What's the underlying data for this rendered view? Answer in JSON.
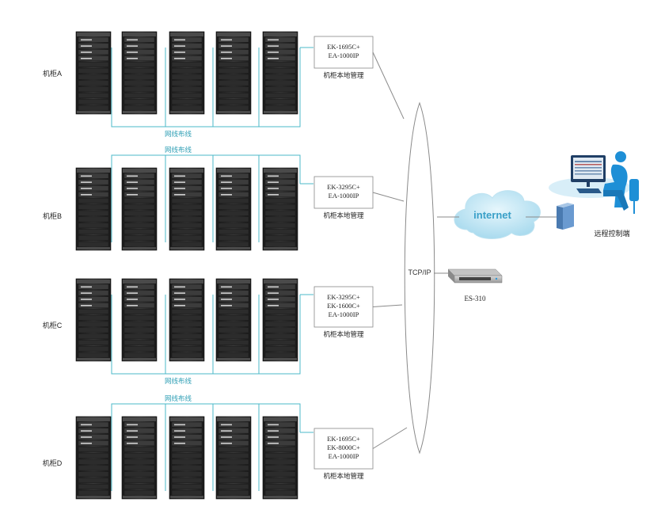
{
  "groups": [
    {
      "cabinet_label": "机柜A",
      "cabling_label": "网线布线",
      "devices": [
        "EK-1695C+",
        "EA-1000IP"
      ],
      "manager_label": "机柜本地管理"
    },
    {
      "cabinet_label": "机柜B",
      "cabling_label": "网线布线",
      "devices": [
        "EK-3295C+",
        "EA-1000IP"
      ],
      "manager_label": "机柜本地管理"
    },
    {
      "cabinet_label": "机柜C",
      "cabling_label": "网线布线",
      "devices": [
        "EK-3295C+",
        "EK-1600C+",
        "EA-1000IP"
      ],
      "manager_label": "机柜本地管理"
    },
    {
      "cabinet_label": "机柜D",
      "cabling_label": "网线布线",
      "devices": [
        "EK-1695C+",
        "EK-8000C+",
        "EA-1000IP"
      ],
      "manager_label": "机柜本地管理"
    }
  ],
  "network": {
    "bus_label": "TCP/IP",
    "cloud_label": "internet",
    "switch_label": "ES-310",
    "remote_label": "远程控制端"
  },
  "colors": {
    "cable": "#4bb8c9",
    "cloud": "#a9dcef",
    "cloud_text": "#3aa0c8",
    "rack": "#2a2a2a",
    "line": "#8a8a8a",
    "accent_blue": "#1e8fd6"
  }
}
